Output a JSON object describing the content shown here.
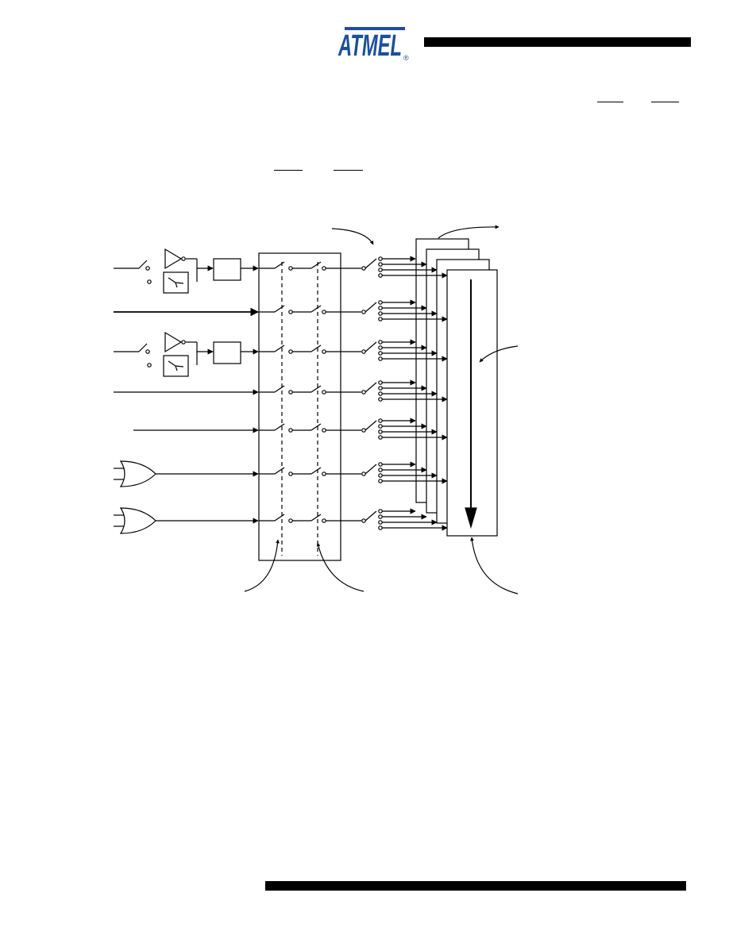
{
  "brand": {
    "name": "ATMEL",
    "registered_mark": "®",
    "color": "#1a4fa0"
  },
  "diagram": {
    "input_rows": 7,
    "outputs_per_row": 4,
    "stacked_registers": 4,
    "row_kinds": [
      "inverter-filter-block",
      "direct",
      "inverter-filter-block",
      "direct",
      "direct",
      "or-gate",
      "or-gate"
    ]
  }
}
